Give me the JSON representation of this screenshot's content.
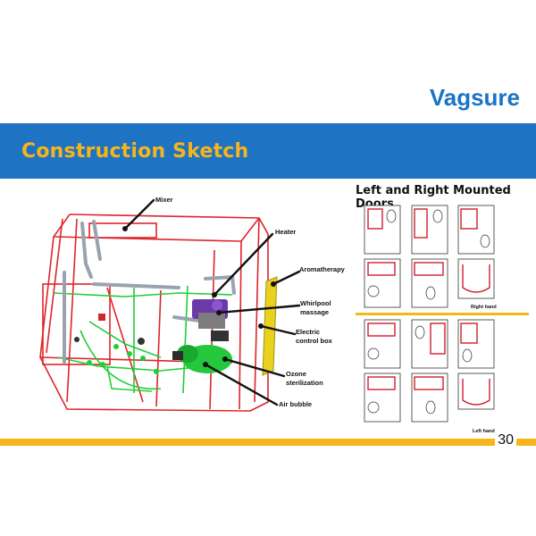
{
  "header": {
    "brand": "Vagsure",
    "title": "Construction Sketch"
  },
  "sketch": {
    "labels": {
      "mixer": "Mixer",
      "heater": "Heater",
      "aromatherapy": "Aromatherapy",
      "whirlpool_line1": "Whirlpool",
      "whirlpool_line2": "massage",
      "electric_line1": "Electric",
      "electric_line2": "control box",
      "ozone_line1": "Ozone",
      "ozone_line2": "sterilization",
      "air_bubble": "Air bubble"
    }
  },
  "doors": {
    "title": "Left and Right Mounted Doors",
    "right_caption": "Right hand",
    "left_caption": "Left hand"
  },
  "footer": {
    "page_number": "30"
  },
  "colors": {
    "brand_blue": "#1a73c6",
    "banner_blue": "#1f73c3",
    "accent_yellow": "#f7b51c",
    "frame_red": "#e0242b",
    "pipe_green": "#1fcf35"
  }
}
